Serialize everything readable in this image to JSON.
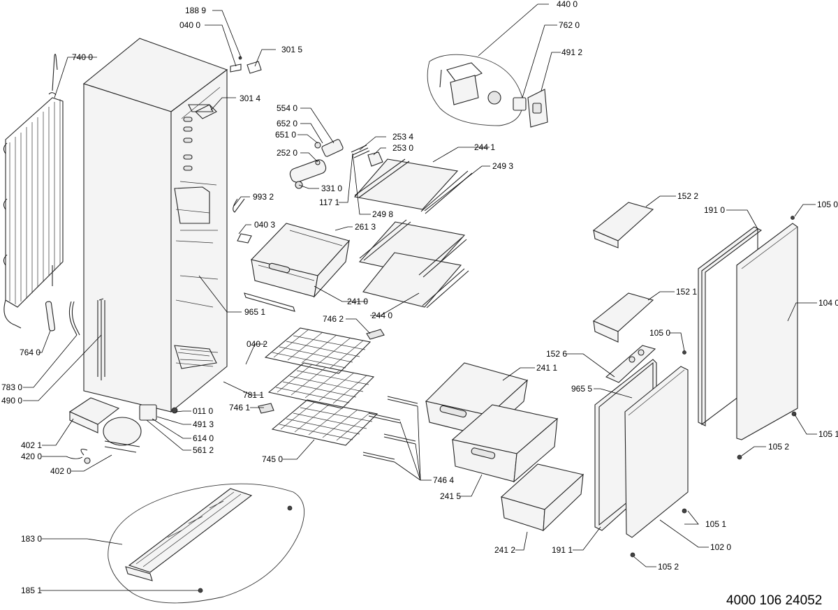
{
  "document_number": "4000 106 24052",
  "labels": [
    {
      "id": "188-9",
      "text": "188 9"
    },
    {
      "id": "040-0",
      "text": "040 0"
    },
    {
      "id": "301-5",
      "text": "301 5"
    },
    {
      "id": "740-0",
      "text": "740 0"
    },
    {
      "id": "301-4",
      "text": "301 4"
    },
    {
      "id": "554-0",
      "text": "554 0"
    },
    {
      "id": "652-0",
      "text": "652 0"
    },
    {
      "id": "651-0",
      "text": "651 0"
    },
    {
      "id": "252-0",
      "text": "252 0"
    },
    {
      "id": "253-4",
      "text": "253 4"
    },
    {
      "id": "253-0",
      "text": "253 0"
    },
    {
      "id": "244-1",
      "text": "244 1"
    },
    {
      "id": "249-3",
      "text": "249 3"
    },
    {
      "id": "331-0",
      "text": "331 0"
    },
    {
      "id": "117-1",
      "text": "117 1"
    },
    {
      "id": "249-8",
      "text": "249 8"
    },
    {
      "id": "993-2",
      "text": "993 2"
    },
    {
      "id": "040-3",
      "text": "040 3"
    },
    {
      "id": "261-3",
      "text": "261 3"
    },
    {
      "id": "241-0",
      "text": "241 0"
    },
    {
      "id": "244-0",
      "text": "244 0"
    },
    {
      "id": "965-1",
      "text": "965 1"
    },
    {
      "id": "440-0",
      "text": "440 0"
    },
    {
      "id": "762-0",
      "text": "762 0"
    },
    {
      "id": "491-2",
      "text": "491 2"
    },
    {
      "id": "152-2",
      "text": "152 2"
    },
    {
      "id": "191-0",
      "text": "191 0"
    },
    {
      "id": "105-0-top",
      "text": "105 0"
    },
    {
      "id": "104-0",
      "text": "104 0"
    },
    {
      "id": "152-1",
      "text": "152 1"
    },
    {
      "id": "105-0",
      "text": "105 0"
    },
    {
      "id": "152-6",
      "text": "152 6"
    },
    {
      "id": "965-5",
      "text": "965 5"
    },
    {
      "id": "105-1-top",
      "text": "105 1"
    },
    {
      "id": "105-2-top",
      "text": "105 2"
    },
    {
      "id": "764-0",
      "text": "764 0"
    },
    {
      "id": "783-0",
      "text": "783 0"
    },
    {
      "id": "490-0",
      "text": "490 0"
    },
    {
      "id": "746-2",
      "text": "746 2"
    },
    {
      "id": "040-2",
      "text": "040 2"
    },
    {
      "id": "241-1",
      "text": "241 1"
    },
    {
      "id": "781-1",
      "text": "781 1"
    },
    {
      "id": "746-1",
      "text": "746 1"
    },
    {
      "id": "011-0",
      "text": "011 0"
    },
    {
      "id": "491-3",
      "text": "491 3"
    },
    {
      "id": "614-0",
      "text": "614 0"
    },
    {
      "id": "561-2",
      "text": "561 2"
    },
    {
      "id": "402-1",
      "text": "402 1"
    },
    {
      "id": "420-0",
      "text": "420 0"
    },
    {
      "id": "402-0",
      "text": "402 0"
    },
    {
      "id": "745-0",
      "text": "745 0"
    },
    {
      "id": "746-4",
      "text": "746 4"
    },
    {
      "id": "241-5",
      "text": "241 5"
    },
    {
      "id": "105-1",
      "text": "105 1"
    },
    {
      "id": "183-0",
      "text": "183 0"
    },
    {
      "id": "241-2",
      "text": "241 2"
    },
    {
      "id": "191-1",
      "text": "191 1"
    },
    {
      "id": "102-0",
      "text": "102 0"
    },
    {
      "id": "105-2",
      "text": "105 2"
    },
    {
      "id": "185-1",
      "text": "185 1"
    }
  ]
}
